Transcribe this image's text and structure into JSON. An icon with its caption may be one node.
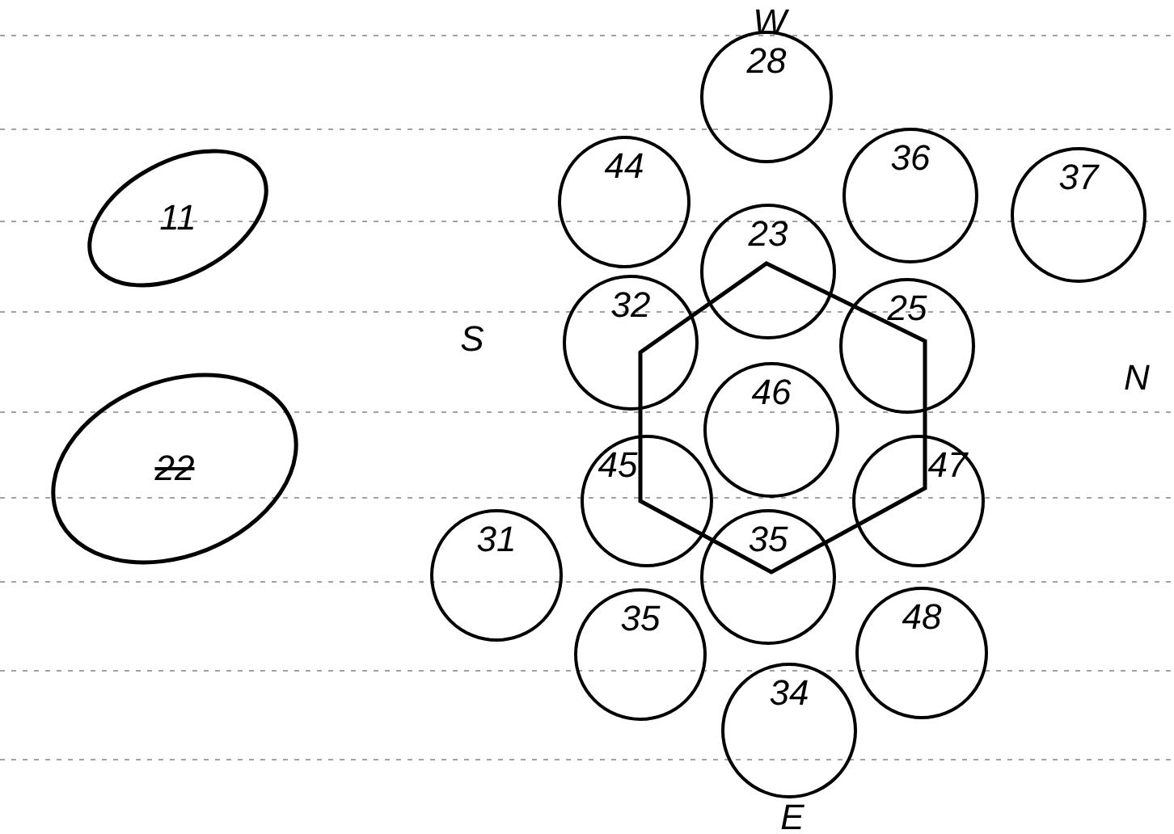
{
  "diagram": {
    "nodes": [
      {
        "text": [
          "11"
        ]
      },
      {
        "text": [
          "22"
        ]
      },
      {
        "text": [
          "28"
        ]
      },
      {
        "text": [
          "44"
        ]
      },
      {
        "text": [
          "36"
        ]
      },
      {
        "text": [
          "23"
        ]
      },
      {
        "text": [
          "37"
        ]
      },
      {
        "text": [
          "32"
        ]
      },
      {
        "text": [
          "25"
        ]
      },
      {
        "text": [
          "46"
        ]
      },
      {
        "text": [
          "45"
        ]
      },
      {
        "text": [
          "47"
        ]
      },
      {
        "text": [
          "31"
        ]
      },
      {
        "text": [
          "35"
        ]
      },
      {
        "text": [
          "35"
        ]
      },
      {
        "text": [
          "48"
        ]
      },
      {
        "text": [
          "34"
        ]
      }
    ],
    "labels": [
      "W",
      "S",
      "N",
      "E"
    ]
  }
}
